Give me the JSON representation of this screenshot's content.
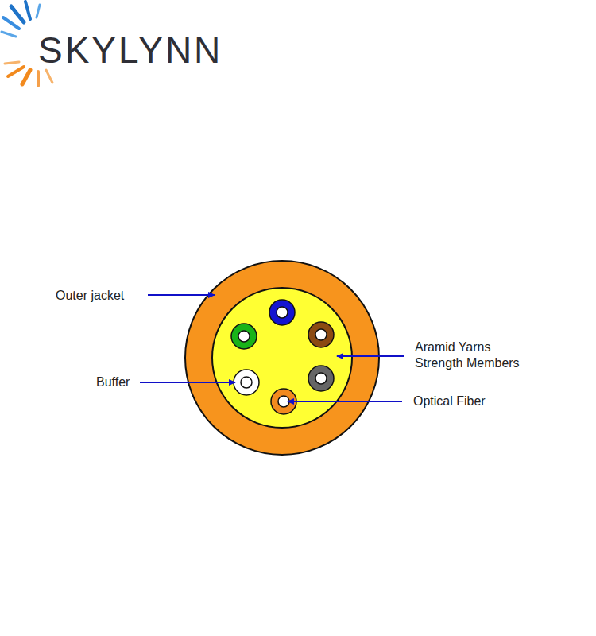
{
  "diagram": {
    "labels": [
      "SKYLYNN",
      "Outer jacket",
      "Aramid Yarns Strength Members",
      "Buffer",
      "Optical Fiber"
    ]
  }
}
